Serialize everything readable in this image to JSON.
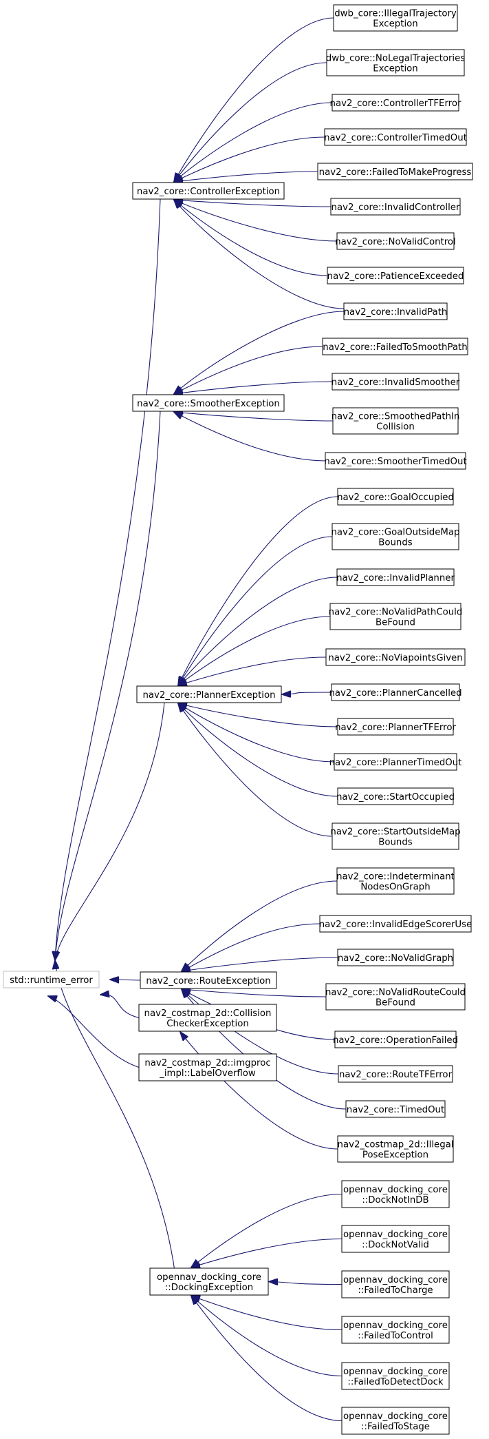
{
  "diagram": {
    "nodes": [
      {
        "id": "runtime_error",
        "lines": [
          "std::runtime_error"
        ]
      },
      {
        "id": "ControllerException",
        "lines": [
          "nav2_core::ControllerException"
        ]
      },
      {
        "id": "SmootherException",
        "lines": [
          "nav2_core::SmootherException"
        ]
      },
      {
        "id": "PlannerException",
        "lines": [
          "nav2_core::PlannerException"
        ]
      },
      {
        "id": "RouteException",
        "lines": [
          "nav2_core::RouteException"
        ]
      },
      {
        "id": "CollisionCheckerException",
        "lines": [
          "nav2_costmap_2d::Collision",
          "CheckerException"
        ]
      },
      {
        "id": "LabelOverflow",
        "lines": [
          "nav2_costmap_2d::imgproc",
          "_impl::LabelOverflow"
        ]
      },
      {
        "id": "DockingException",
        "lines": [
          "opennav_docking_core",
          "::DockingException"
        ]
      },
      {
        "id": "IllegalTrajectoryException",
        "lines": [
          "dwb_core::IllegalTrajectory",
          "Exception"
        ]
      },
      {
        "id": "NoLegalTrajectoriesException",
        "lines": [
          "dwb_core::NoLegalTrajectories",
          "Exception"
        ]
      },
      {
        "id": "ControllerTFError",
        "lines": [
          "nav2_core::ControllerTFError"
        ]
      },
      {
        "id": "ControllerTimedOut",
        "lines": [
          "nav2_core::ControllerTimedOut"
        ]
      },
      {
        "id": "FailedToMakeProgress",
        "lines": [
          "nav2_core::FailedToMakeProgress"
        ]
      },
      {
        "id": "InvalidController",
        "lines": [
          "nav2_core::InvalidController"
        ]
      },
      {
        "id": "NoValidControl",
        "lines": [
          "nav2_core::NoValidControl"
        ]
      },
      {
        "id": "PatienceExceeded",
        "lines": [
          "nav2_core::PatienceExceeded"
        ]
      },
      {
        "id": "InvalidPath",
        "lines": [
          "nav2_core::InvalidPath"
        ]
      },
      {
        "id": "FailedToSmoothPath",
        "lines": [
          "nav2_core::FailedToSmoothPath"
        ]
      },
      {
        "id": "InvalidSmoother",
        "lines": [
          "nav2_core::InvalidSmoother"
        ]
      },
      {
        "id": "SmoothedPathInCollision",
        "lines": [
          "nav2_core::SmoothedPathIn",
          "Collision"
        ]
      },
      {
        "id": "SmootherTimedOut",
        "lines": [
          "nav2_core::SmootherTimedOut"
        ]
      },
      {
        "id": "GoalOccupied",
        "lines": [
          "nav2_core::GoalOccupied"
        ]
      },
      {
        "id": "GoalOutsideMapBounds",
        "lines": [
          "nav2_core::GoalOutsideMap",
          "Bounds"
        ]
      },
      {
        "id": "InvalidPlanner",
        "lines": [
          "nav2_core::InvalidPlanner"
        ]
      },
      {
        "id": "NoValidPathCouldBeFound",
        "lines": [
          "nav2_core::NoValidPathCould",
          "BeFound"
        ]
      },
      {
        "id": "NoViapointsGiven",
        "lines": [
          "nav2_core::NoViapointsGiven"
        ]
      },
      {
        "id": "PlannerCancelled",
        "lines": [
          "nav2_core::PlannerCancelled"
        ]
      },
      {
        "id": "PlannerTFError",
        "lines": [
          "nav2_core::PlannerTFError"
        ]
      },
      {
        "id": "PlannerTimedOut",
        "lines": [
          "nav2_core::PlannerTimedOut"
        ]
      },
      {
        "id": "StartOccupied",
        "lines": [
          "nav2_core::StartOccupied"
        ]
      },
      {
        "id": "StartOutsideMapBounds",
        "lines": [
          "nav2_core::StartOutsideMap",
          "Bounds"
        ]
      },
      {
        "id": "IndeterminantNodesOnGraph",
        "lines": [
          "nav2_core::Indeterminant",
          "NodesOnGraph"
        ]
      },
      {
        "id": "InvalidEdgeScorerUse",
        "lines": [
          "nav2_core::InvalidEdgeScorerUse"
        ]
      },
      {
        "id": "NoValidGraph",
        "lines": [
          "nav2_core::NoValidGraph"
        ]
      },
      {
        "id": "NoValidRouteCouldBeFound",
        "lines": [
          "nav2_core::NoValidRouteCould",
          "BeFound"
        ]
      },
      {
        "id": "OperationFailed",
        "lines": [
          "nav2_core::OperationFailed"
        ]
      },
      {
        "id": "RouteTFError",
        "lines": [
          "nav2_core::RouteTFError"
        ]
      },
      {
        "id": "TimedOut",
        "lines": [
          "nav2_core::TimedOut"
        ]
      },
      {
        "id": "IllegalPoseException",
        "lines": [
          "nav2_costmap_2d::Illegal",
          "PoseException"
        ]
      },
      {
        "id": "DockNotInDB",
        "lines": [
          "opennav_docking_core",
          "::DockNotInDB"
        ]
      },
      {
        "id": "DockNotValid",
        "lines": [
          "opennav_docking_core",
          "::DockNotValid"
        ]
      },
      {
        "id": "FailedToCharge",
        "lines": [
          "opennav_docking_core",
          "::FailedToCharge"
        ]
      },
      {
        "id": "FailedToControl",
        "lines": [
          "opennav_docking_core",
          "::FailedToControl"
        ]
      },
      {
        "id": "FailedToDetectDock",
        "lines": [
          "opennav_docking_core",
          "::FailedToDetectDock"
        ]
      },
      {
        "id": "FailedToStage",
        "lines": [
          "opennav_docking_core",
          "::FailedToStage"
        ]
      }
    ],
    "edges": [
      {
        "from": "ControllerException",
        "to": "runtime_error"
      },
      {
        "from": "SmootherException",
        "to": "runtime_error"
      },
      {
        "from": "PlannerException",
        "to": "runtime_error"
      },
      {
        "from": "RouteException",
        "to": "runtime_error"
      },
      {
        "from": "CollisionCheckerException",
        "to": "runtime_error"
      },
      {
        "from": "LabelOverflow",
        "to": "runtime_error"
      },
      {
        "from": "DockingException",
        "to": "runtime_error"
      },
      {
        "from": "IllegalTrajectoryException",
        "to": "ControllerException"
      },
      {
        "from": "NoLegalTrajectoriesException",
        "to": "ControllerException"
      },
      {
        "from": "ControllerTFError",
        "to": "ControllerException"
      },
      {
        "from": "ControllerTimedOut",
        "to": "ControllerException"
      },
      {
        "from": "FailedToMakeProgress",
        "to": "ControllerException"
      },
      {
        "from": "InvalidController",
        "to": "ControllerException"
      },
      {
        "from": "NoValidControl",
        "to": "ControllerException"
      },
      {
        "from": "PatienceExceeded",
        "to": "ControllerException"
      },
      {
        "from": "InvalidPath",
        "to": "ControllerException"
      },
      {
        "from": "InvalidPath",
        "to": "SmootherException"
      },
      {
        "from": "FailedToSmoothPath",
        "to": "SmootherException"
      },
      {
        "from": "InvalidSmoother",
        "to": "SmootherException"
      },
      {
        "from": "SmoothedPathInCollision",
        "to": "SmootherException"
      },
      {
        "from": "SmootherTimedOut",
        "to": "SmootherException"
      },
      {
        "from": "GoalOccupied",
        "to": "PlannerException"
      },
      {
        "from": "GoalOutsideMapBounds",
        "to": "PlannerException"
      },
      {
        "from": "InvalidPlanner",
        "to": "PlannerException"
      },
      {
        "from": "NoValidPathCouldBeFound",
        "to": "PlannerException"
      },
      {
        "from": "NoViapointsGiven",
        "to": "PlannerException"
      },
      {
        "from": "PlannerCancelled",
        "to": "PlannerException"
      },
      {
        "from": "PlannerTFError",
        "to": "PlannerException"
      },
      {
        "from": "PlannerTimedOut",
        "to": "PlannerException"
      },
      {
        "from": "StartOccupied",
        "to": "PlannerException"
      },
      {
        "from": "StartOutsideMapBounds",
        "to": "PlannerException"
      },
      {
        "from": "IndeterminantNodesOnGraph",
        "to": "RouteException"
      },
      {
        "from": "InvalidEdgeScorerUse",
        "to": "RouteException"
      },
      {
        "from": "NoValidGraph",
        "to": "RouteException"
      },
      {
        "from": "NoValidRouteCouldBeFound",
        "to": "RouteException"
      },
      {
        "from": "OperationFailed",
        "to": "RouteException"
      },
      {
        "from": "RouteTFError",
        "to": "RouteException"
      },
      {
        "from": "TimedOut",
        "to": "RouteException"
      },
      {
        "from": "IllegalPoseException",
        "to": "CollisionCheckerException"
      },
      {
        "from": "DockNotInDB",
        "to": "DockingException"
      },
      {
        "from": "DockNotValid",
        "to": "DockingException"
      },
      {
        "from": "FailedToCharge",
        "to": "DockingException"
      },
      {
        "from": "FailedToControl",
        "to": "DockingException"
      },
      {
        "from": "FailedToDetectDock",
        "to": "DockingException"
      },
      {
        "from": "FailedToStage",
        "to": "DockingException"
      }
    ]
  }
}
